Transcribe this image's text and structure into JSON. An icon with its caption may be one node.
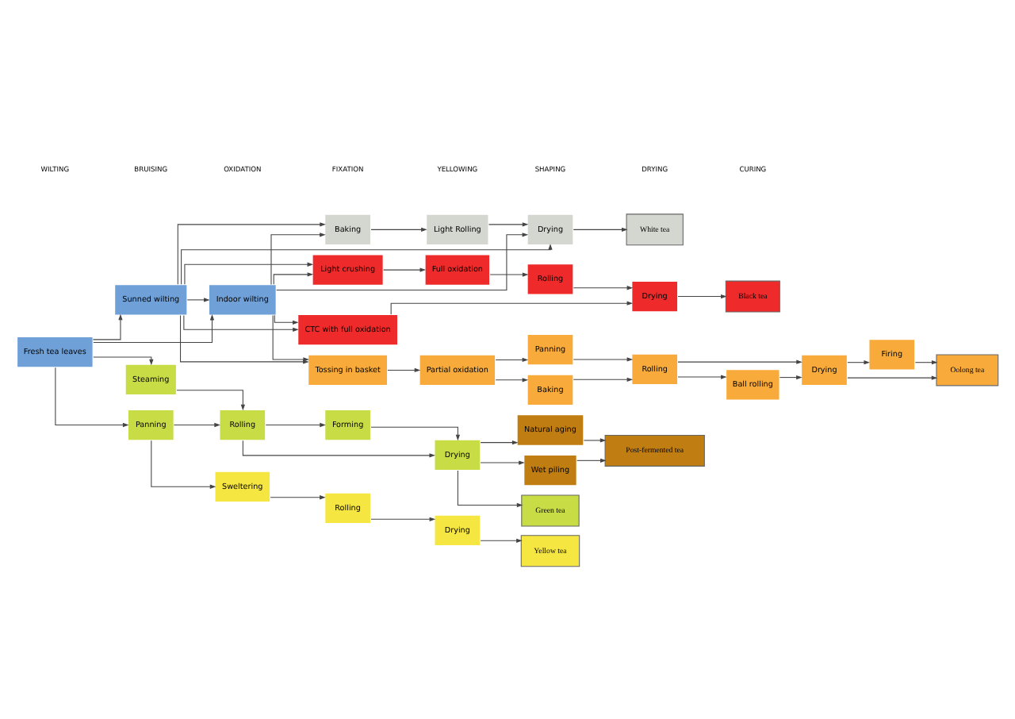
{
  "diagram": {
    "nodes": [
      {
        "text": [
          "Fresh tea leaves"
        ]
      },
      {
        "text": [
          "Sunned wilting"
        ]
      },
      {
        "text": [
          "Indoor wilting"
        ]
      },
      {
        "text": [
          "Steaming"
        ]
      },
      {
        "text": [
          "Panning"
        ]
      },
      {
        "text": [
          "Sweltering"
        ]
      },
      {
        "text": [
          "Baking"
        ]
      },
      {
        "text": [
          "Tossing in basket"
        ]
      },
      {
        "text": [
          "Partial oxidation"
        ]
      },
      {
        "text": [
          "Panning"
        ]
      },
      {
        "text": [
          "Baking"
        ]
      },
      {
        "text": [
          "Light crushing"
        ]
      },
      {
        "text": [
          "Full oxidation"
        ]
      },
      {
        "text": [
          "CTC with full oxidation"
        ]
      },
      {
        "text": [
          "Rolling"
        ]
      },
      {
        "text": [
          "Forming"
        ]
      },
      {
        "text": [
          "Rolling"
        ]
      },
      {
        "text": [
          "Light Rolling"
        ]
      },
      {
        "text": [
          "Rolling"
        ]
      },
      {
        "text": [
          "Ball rolling"
        ]
      },
      {
        "text": [
          "Rolling"
        ]
      },
      {
        "text": [
          "Drying"
        ]
      },
      {
        "text": [
          "Drying"
        ]
      },
      {
        "text": [
          "Drying"
        ]
      },
      {
        "text": [
          "Drying"
        ]
      },
      {
        "text": [
          "Drying"
        ]
      },
      {
        "text": [
          "Natural aging"
        ]
      },
      {
        "text": [
          "Wet piling"
        ]
      },
      {
        "text": [
          "Firing"
        ]
      },
      {
        "text": [
          "Post-fermented tea"
        ]
      },
      {
        "text": [
          "Green tea"
        ]
      },
      {
        "text": [
          "Yellow tea"
        ]
      },
      {
        "text": [
          "White tea"
        ]
      },
      {
        "text": [
          "Oolong tea"
        ]
      },
      {
        "text": [
          "Black tea"
        ]
      }
    ],
    "edges": [
      {
        "from": 0,
        "to": 3,
        "arrow": "to"
      },
      {
        "from": 0,
        "to": 4,
        "arrow": "to"
      },
      {
        "from": 0,
        "to": 1,
        "arrow": "to"
      },
      {
        "from": 0,
        "to": 2,
        "arrow": "to"
      },
      {
        "from": 1,
        "to": 2,
        "arrow": "to"
      },
      {
        "from": 1,
        "to": 7,
        "arrow": "to"
      },
      {
        "from": 2,
        "to": 7,
        "arrow": "to"
      },
      {
        "from": 1,
        "to": 6,
        "arrow": "to"
      },
      {
        "from": 2,
        "to": 6,
        "arrow": "to"
      },
      {
        "from": 1,
        "to": 23,
        "arrow": "to"
      },
      {
        "from": 2,
        "to": 23,
        "arrow": "to"
      },
      {
        "from": 1,
        "to": 11,
        "arrow": "to"
      },
      {
        "from": 2,
        "to": 11,
        "arrow": "to"
      },
      {
        "from": 1,
        "to": 13,
        "arrow": "to"
      },
      {
        "from": 2,
        "to": 13,
        "arrow": "to"
      },
      {
        "from": 3,
        "to": 14,
        "arrow": "to"
      },
      {
        "from": 4,
        "to": 14,
        "arrow": "to"
      },
      {
        "from": 4,
        "to": 5,
        "arrow": "to"
      },
      {
        "from": 5,
        "to": 16,
        "arrow": "to"
      },
      {
        "from": 6,
        "to": 17,
        "arrow": "to"
      },
      {
        "from": 7,
        "to": 8,
        "arrow": "to"
      },
      {
        "from": 8,
        "to": 9,
        "arrow": "to"
      },
      {
        "from": 8,
        "to": 10,
        "arrow": "to"
      },
      {
        "from": 9,
        "to": 18,
        "arrow": "to"
      },
      {
        "from": 10,
        "to": 18,
        "arrow": "to"
      },
      {
        "from": 11,
        "to": 12,
        "arrow": "to"
      },
      {
        "from": 12,
        "to": 20,
        "arrow": "to"
      },
      {
        "from": 13,
        "to": 25,
        "arrow": "to"
      },
      {
        "from": 20,
        "to": 25,
        "arrow": "to"
      },
      {
        "from": 14,
        "to": 21,
        "arrow": "to"
      },
      {
        "from": 14,
        "to": 15,
        "arrow": "to"
      },
      {
        "from": 15,
        "to": 21,
        "arrow": "to"
      },
      {
        "from": 16,
        "to": 22,
        "arrow": "to"
      },
      {
        "from": 17,
        "to": 23,
        "arrow": "to"
      },
      {
        "from": 18,
        "to": 24,
        "arrow": "to"
      },
      {
        "from": 18,
        "to": 19,
        "arrow": "to"
      },
      {
        "from": 19,
        "to": 24,
        "arrow": "to"
      },
      {
        "from": 21,
        "to": 26,
        "arrow": "to"
      },
      {
        "from": 21,
        "to": 27,
        "arrow": "to"
      },
      {
        "from": 21,
        "to": 30,
        "arrow": "to"
      },
      {
        "from": 22,
        "to": 31,
        "arrow": "to"
      },
      {
        "from": 23,
        "to": 32,
        "arrow": "to"
      },
      {
        "from": 24,
        "to": 33,
        "arrow": "to"
      },
      {
        "from": 24,
        "to": 28,
        "arrow": "to"
      },
      {
        "from": 28,
        "to": 33,
        "arrow": "to"
      },
      {
        "from": 25,
        "to": 34,
        "arrow": "to"
      },
      {
        "from": 26,
        "to": 29,
        "arrow": "to"
      },
      {
        "from": 27,
        "to": 29,
        "arrow": "to"
      }
    ],
    "labels": [
      "WILTING",
      "BRUISING",
      "OXIDATION",
      "FIXATION",
      "YELLOWING",
      "SHAPING",
      "DRYING",
      "CURING"
    ]
  }
}
